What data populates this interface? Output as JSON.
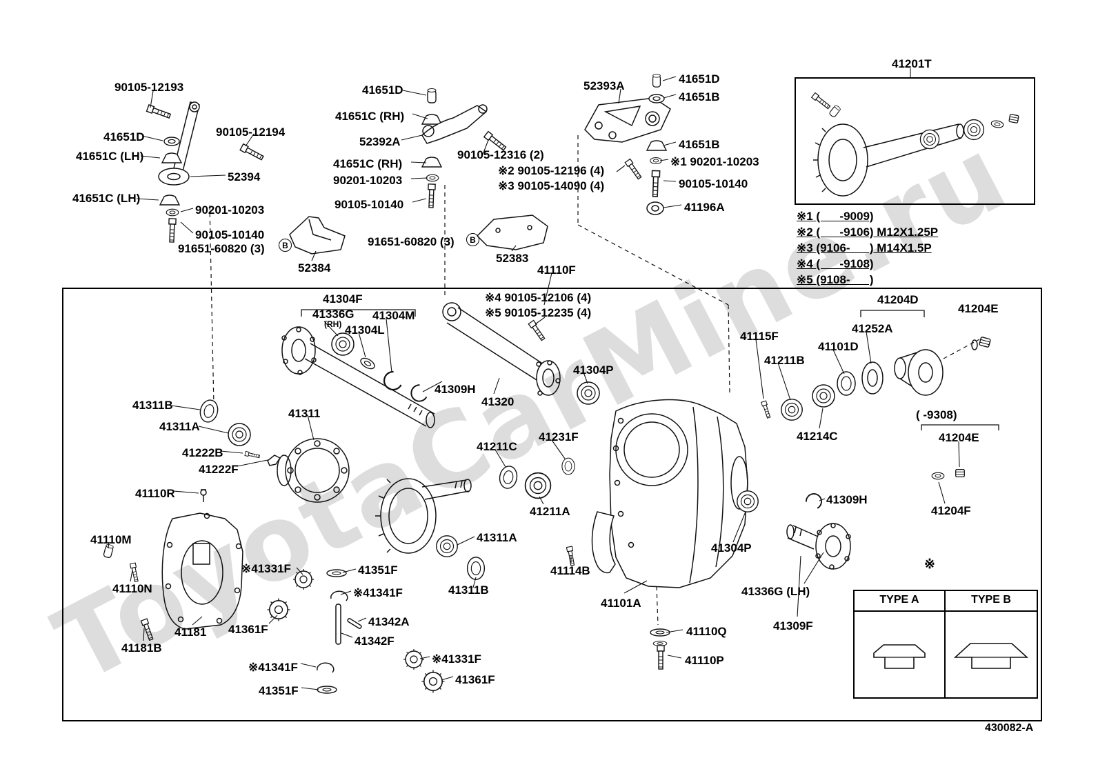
{
  "diagram": {
    "drawing_number": "430082-A",
    "watermark": "ToyotaCarMine.ru",
    "circled_b": "B"
  },
  "notes": [
    "※1 (      -9009)",
    "※2 (      -9106) M12X1.25P",
    "※3 (9106-      ) M14X1.5P",
    "※4 (      -9108)",
    "※5 (9108-      )"
  ],
  "type_table": {
    "headers": [
      "TYPE A",
      "TYPE B"
    ]
  },
  "labels": [
    "90105-12193",
    "41651D",
    "41651C (LH)",
    "90105-12194",
    "52394",
    "41651C (LH)",
    "90201-10203",
    "90105-10140",
    "91651-60820 (3)",
    "52384",
    "41651D",
    "41651C (RH)",
    "52392A",
    "90105-12316 (2)",
    "41651C (RH)",
    "90201-10203",
    "90105-10140",
    "91651-60820 (3)",
    "52383",
    "※2 90105-12196 (4)",
    "※3 90105-14090 (4)",
    "41110F",
    "52393A",
    "41651D",
    "41651B",
    "41651B",
    "※1 90201-10203",
    "90105-10140",
    "41196A",
    "41201T",
    "※4 90105-12106 (4)",
    "※5 90105-12235 (4)",
    "41304F",
    "41336G",
    "(RH)",
    "41304M",
    "41304L",
    "41309H",
    "41320",
    "41304P",
    "41115F",
    "41211B",
    "41101D",
    "41252A",
    "41204D",
    "41204E",
    "41311B",
    "41311A",
    "41311",
    "41222B",
    "41222F",
    "41110R",
    "41211C",
    "41231F",
    "41211A",
    "(      -9308)",
    "41214C",
    "41204E",
    "41204F",
    "41309H",
    "41304P",
    "41110M",
    "41110N",
    "41311A",
    "41311B",
    "41114B",
    "41101A",
    "41181",
    "41181B",
    "※41331F",
    "41351F",
    "※41341F",
    "41361F",
    "41342A",
    "41342F",
    "※41341F",
    "※41331F",
    "41361F",
    "41351F",
    "41336G (LH)",
    "41309F",
    "41110Q",
    "41110P",
    "※"
  ]
}
